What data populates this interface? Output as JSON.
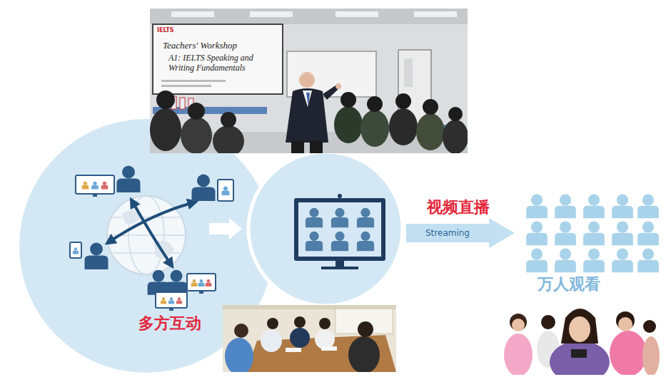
{
  "diagram": {
    "nodes": [
      {
        "text": [
          "多方互动"
        ]
      },
      {
        "text": []
      },
      {
        "text": [
          "万人观看"
        ]
      }
    ],
    "edges": [
      {
        "from": 0,
        "to": 1,
        "arrow": "to"
      },
      {
        "from": 1,
        "to": 2,
        "arrow": "to",
        "label": "Streaming"
      }
    ],
    "labels": [
      "视频直播",
      "IELTS",
      "Teachers' Workshop",
      "A1: IELTS Speaking and Writing Fundamentals"
    ]
  }
}
